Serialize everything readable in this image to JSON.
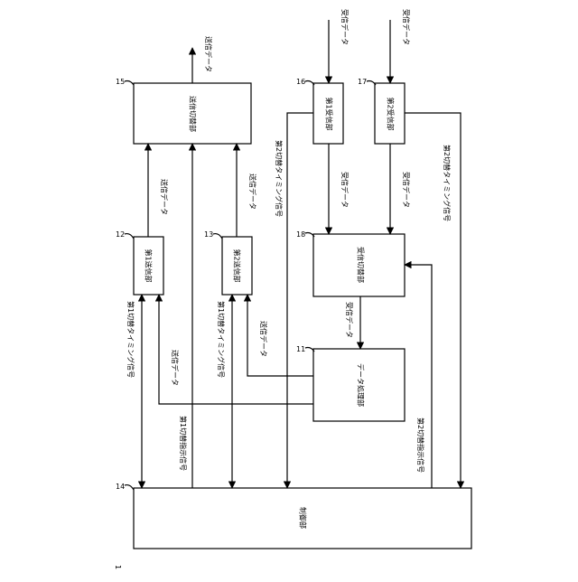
{
  "figure": {
    "number": "1",
    "blocks": {
      "data_processing": {
        "ref": "11",
        "label": "データ処理部"
      },
      "first_tx": {
        "ref": "12",
        "label": "第1送信部"
      },
      "second_tx": {
        "ref": "13",
        "label": "第2送信部"
      },
      "controller": {
        "ref": "14",
        "label": "制御部"
      },
      "tx_switch": {
        "ref": "15",
        "label": "送信切替部"
      },
      "first_rx": {
        "ref": "16",
        "label": "第1受信部"
      },
      "second_rx": {
        "ref": "17",
        "label": "第2受信部"
      },
      "rx_switch": {
        "ref": "18",
        "label": "受信切替部"
      }
    },
    "signals": {
      "tx_data_out": "送信データ",
      "rx_data_in_1": "受信データ",
      "rx_data_in_2": "受信データ",
      "tx_data_12": "送信データ",
      "tx_data_13": "送信データ",
      "rx_data_16": "受信データ",
      "rx_data_17": "受信データ",
      "rx_data_18": "受信データ",
      "tx_data_11_12": "送信データ",
      "tx_data_11_13": "送信データ",
      "timing1_12": "第1切替タイミング信号",
      "timing1_13": "第1切替タイミング信号",
      "timing2_16": "第2切替タイミング信号",
      "timing2_17": "第2切替タイミング信号",
      "instr1": "第1切替指示信号",
      "instr2": "第2切替指示信号"
    }
  }
}
